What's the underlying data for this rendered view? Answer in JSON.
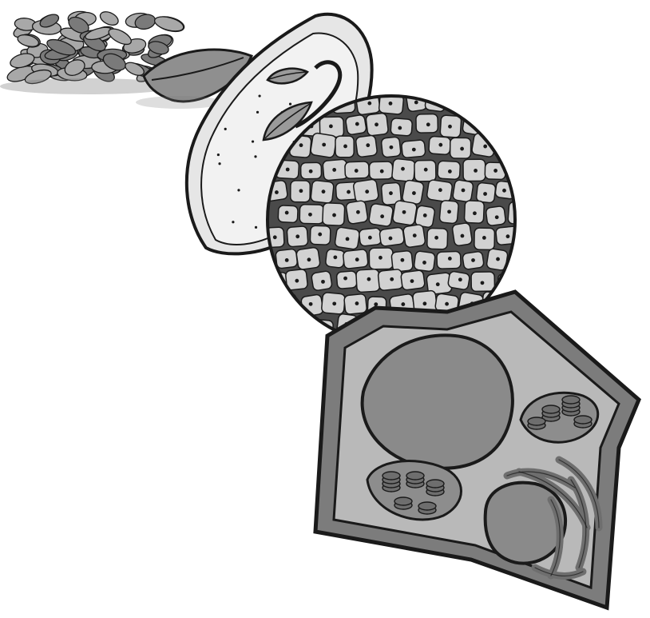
{
  "illustration": {
    "subjects": [
      "seed-pile",
      "seed-pod",
      "seed-cross-section",
      "cell-tissue-magnification",
      "plant-cell-detail"
    ],
    "colors": {
      "background": "#ffffff",
      "ink": "#1a1a1a",
      "seed": "#a8a8a8",
      "seed_dark": "#7a7a7a",
      "pod": "#8f8f8f",
      "section_fill": "#e6e6e6",
      "leaf": "#9a9a9a",
      "tissue_bg": "#4a4a4a",
      "tissue_cell": "#d2d2d2",
      "cell_wall": "#7c7c7c",
      "cytoplasm": "#b9b9b9",
      "organelle_dark": "#8a8a8a",
      "chloroplast": "#8d8d8d",
      "grana": "#6e6e6e"
    }
  }
}
